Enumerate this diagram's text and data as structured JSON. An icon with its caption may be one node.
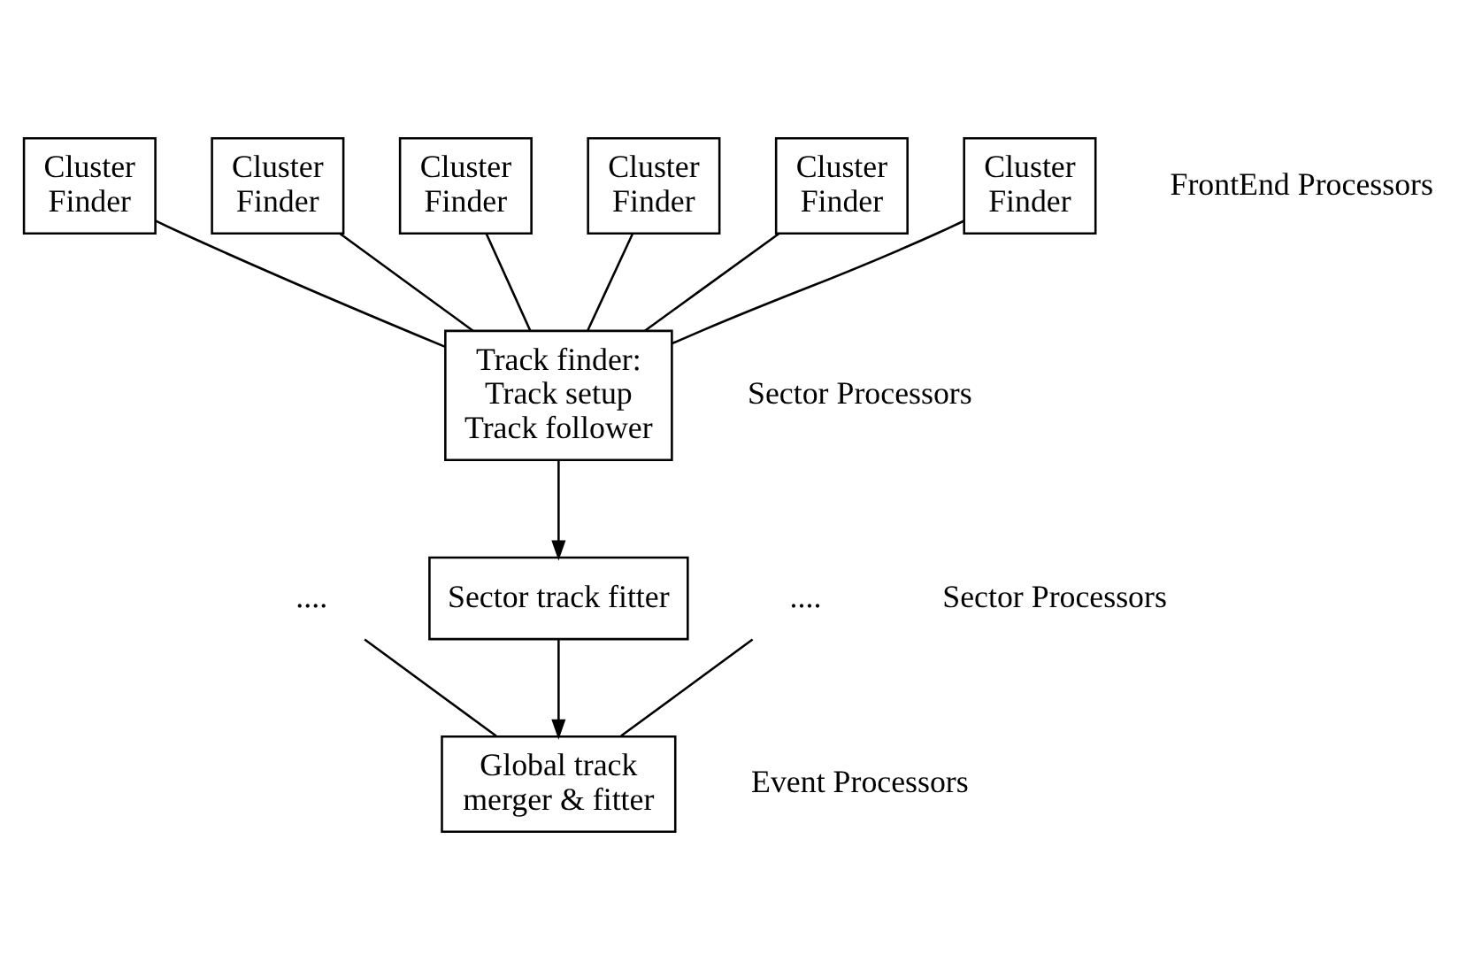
{
  "diagram": {
    "nodes": [
      {
        "text": [
          "Cluster Finder"
        ]
      },
      {
        "text": [
          "Cluster Finder"
        ]
      },
      {
        "text": [
          "Cluster Finder"
        ]
      },
      {
        "text": [
          "Cluster Finder"
        ]
      },
      {
        "text": [
          "Cluster Finder"
        ]
      },
      {
        "text": [
          "Cluster Finder"
        ]
      },
      {
        "text": [
          "Track finder:",
          "Track setup Track follower"
        ]
      },
      {
        "text": [
          "Sector track fitter"
        ]
      },
      {
        "text": [
          "...."
        ]
      },
      {
        "text": [
          "...."
        ]
      },
      {
        "text": [
          "Global track merger & fitter"
        ]
      }
    ],
    "edges": [
      {
        "from": 0,
        "to": 6,
        "arrow": "none"
      },
      {
        "from": 1,
        "to": 6,
        "arrow": "none"
      },
      {
        "from": 2,
        "to": 6,
        "arrow": "none"
      },
      {
        "from": 3,
        "to": 6,
        "arrow": "none"
      },
      {
        "from": 4,
        "to": 6,
        "arrow": "none"
      },
      {
        "from": 5,
        "to": 6,
        "arrow": "none"
      },
      {
        "from": 6,
        "to": 7,
        "arrow": "to"
      },
      {
        "from": 7,
        "to": 10,
        "arrow": "to"
      },
      {
        "from": 8,
        "to": 10,
        "arrow": "none"
      },
      {
        "from": 9,
        "to": 10,
        "arrow": "none"
      }
    ],
    "labels": [
      "FrontEnd Processors",
      "Sector Processors",
      "Sector Processors",
      "Event Processors"
    ]
  }
}
